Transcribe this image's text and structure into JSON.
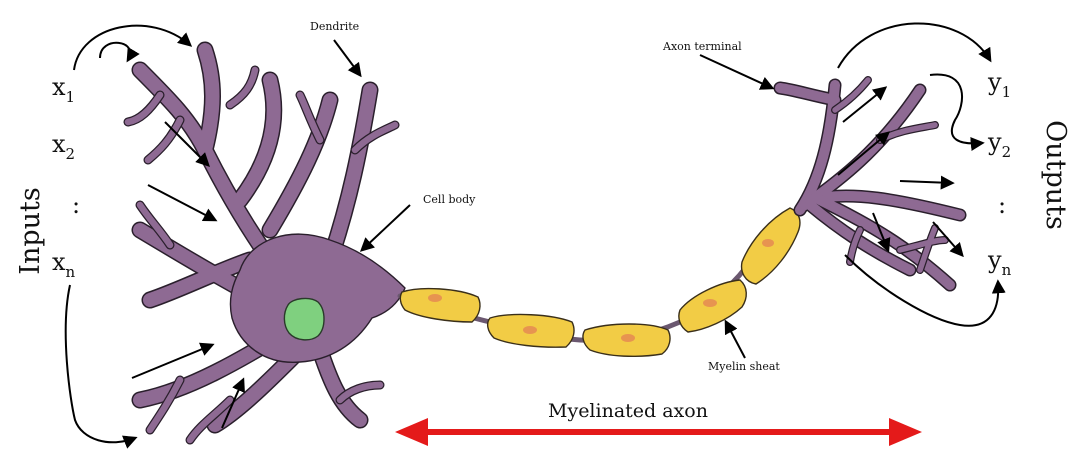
{
  "labels": {
    "dendrite": "Dendrite",
    "cell_body": "Cell body",
    "axon_terminal": "Axon terminal",
    "myelin_sheat": "Myelin sheat",
    "myelinated_axon": "Myelinated axon",
    "inputs": "Inputs",
    "outputs": "Outputs"
  },
  "inputs": [
    {
      "base": "x",
      "sub": "1"
    },
    {
      "base": "x",
      "sub": "2"
    },
    {
      "base": ":",
      "sub": ""
    },
    {
      "base": "x",
      "sub": "n"
    }
  ],
  "outputs": [
    {
      "base": "y",
      "sub": "1"
    },
    {
      "base": "y",
      "sub": "2"
    },
    {
      "base": ":",
      "sub": ""
    },
    {
      "base": "y",
      "sub": "n"
    }
  ],
  "colors": {
    "neuron": "#8e6a93",
    "nucleus": "#7fd07f",
    "myelin": "#f2cc45",
    "myelin_core": "#e58a52",
    "axon_arrow": "#e41a1a"
  }
}
